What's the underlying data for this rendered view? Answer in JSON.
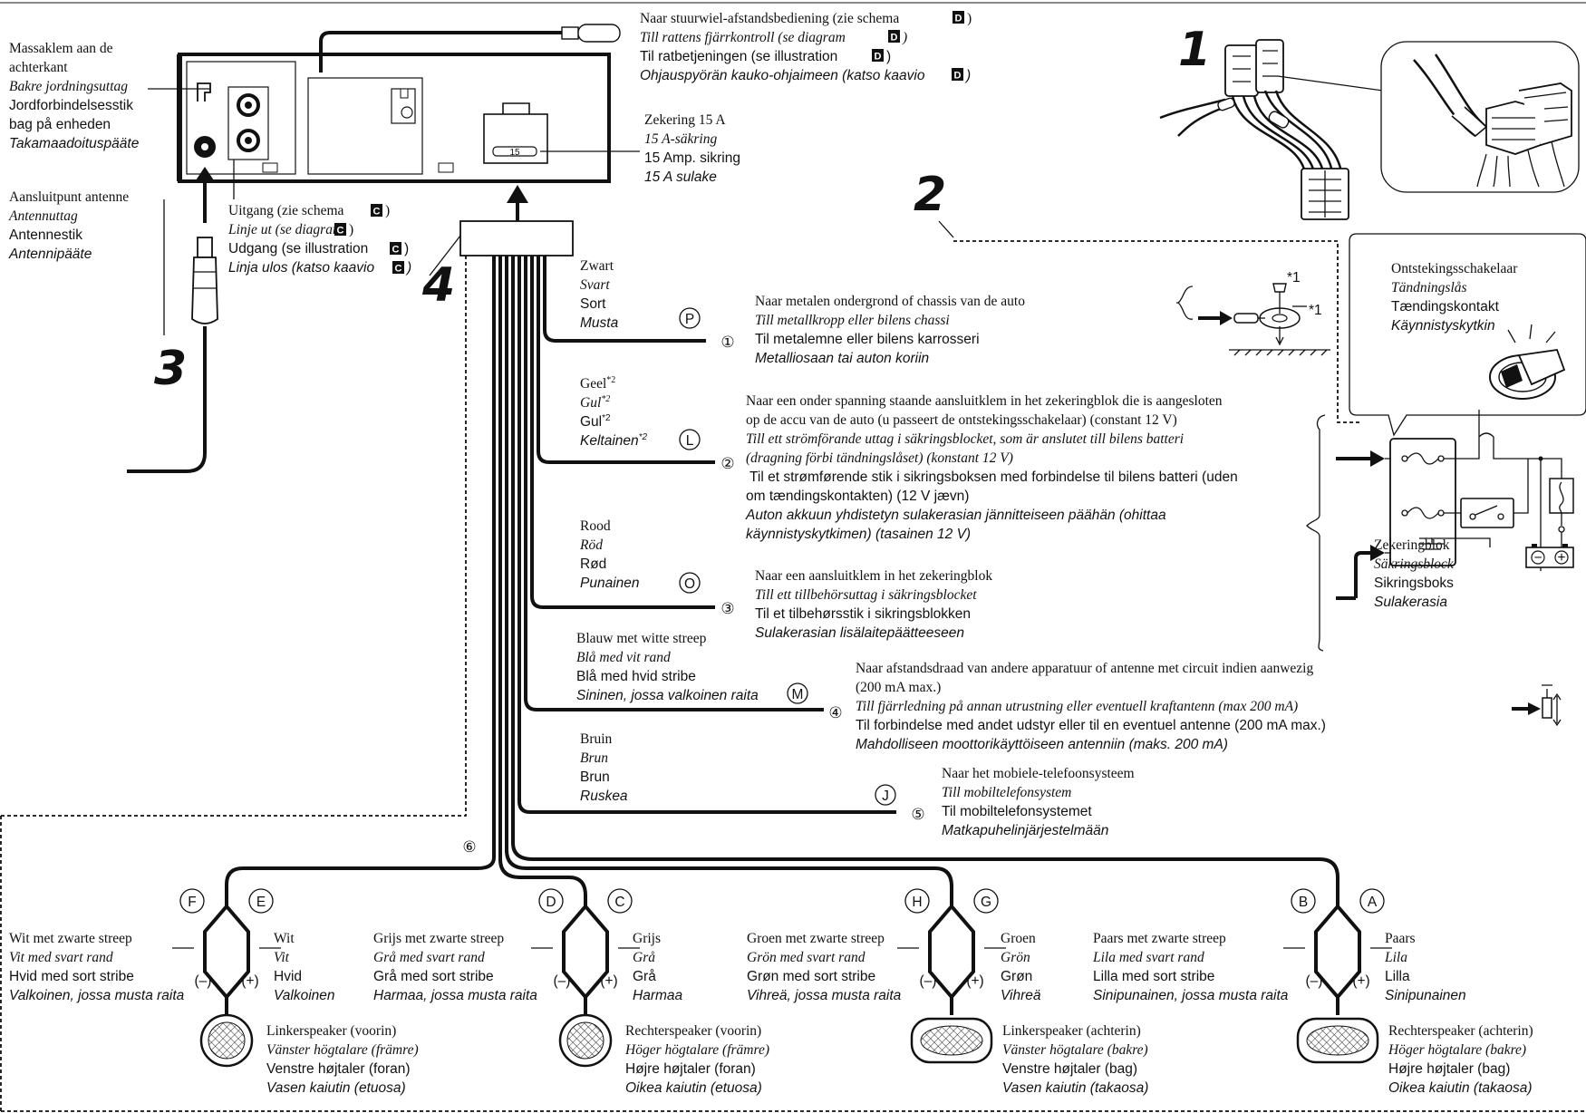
{
  "step_numbers": [
    "1",
    "2",
    "3",
    "4"
  ],
  "unit_labels": {
    "ground": [
      "Massaklem aan de",
      "achterkant",
      "Bakre jordningsuttag",
      "Jordforbindelsesstik",
      "bag på enheden",
      "Takamaadoituspääte"
    ],
    "antenna": [
      "Aansluitpunt antenne",
      "Antennuttag",
      "Antennestik",
      "Antennipääte"
    ],
    "line_out": [
      "Uitgang (zie schema",
      "Linje ut (se diagram",
      "Udgang (se illustration",
      "Linja ulos (katso kaavio"
    ],
    "line_out_letter": "C",
    "steering": [
      "Naar stuurwiel-afstandsbediening (zie schema",
      "Till rattens fjärrkontroll (se diagram",
      "Til ratbetjeningen (se illustration",
      "Ohjauspyörän kauko-ohjaimeen (katso kaavio"
    ],
    "steering_letter": "D",
    "fuse": [
      "Zekering 15 A",
      "15 A-säkring",
      "15 Amp. sikring",
      "15 A sulake"
    ],
    "fuse_value": "15"
  },
  "wires": [
    {
      "num": "①",
      "letter": "P",
      "color": [
        "Zwart",
        "Svart",
        "Sort",
        "Musta"
      ],
      "dest": [
        "Naar metalen ondergrond of chassis van de auto",
        "Till metallkropp eller bilens chassi",
        "Til metalemne eller bilens karrosseri",
        "Metalliosaan tai auton koriin"
      ]
    },
    {
      "num": "②",
      "letter": "L",
      "color": [
        "Geel",
        "Gul",
        "Gul",
        "Keltainen"
      ],
      "footnote": "*2",
      "dest": [
        "Naar een onder spanning staande aansluitklem in het zekeringblok die is aangesloten",
        "op de accu van de auto (u passeert de ontstekingsschakelaar) (constant 12 V)",
        "Till ett strömförande uttag i säkringsblocket, som är anslutet till bilens batteri",
        "(dragning förbi tändningslåset) (konstant 12 V)",
        "Til et strømførende stik i sikringsboksen med forbindelse til bilens batteri (uden",
        "om tændingskontakten) (12 V jævn)",
        "Auton akkuun yhdistetyn sulakerasian jännitteiseen päähän (ohittaa",
        "käynnistyskytkimen) (tasainen 12 V)"
      ]
    },
    {
      "num": "③",
      "letter": "O",
      "color": [
        "Rood",
        "Röd",
        "Rød",
        "Punainen"
      ],
      "dest": [
        "Naar een aansluitklem in het zekeringblok",
        "Till ett tillbehörsuttag i säkringsblocket",
        "Til et tilbehørsstik i sikringsblokken",
        "Sulakerasian lisälaitepäätteeseen"
      ]
    },
    {
      "num": "④",
      "letter": "M",
      "color": [
        "Blauw met witte streep",
        "Blå med vit rand",
        "Blå med hvid stribe",
        "Sininen, jossa valkoinen raita"
      ],
      "dest": [
        "Naar afstandsdraad van andere apparatuur of antenne met circuit indien aanwezig",
        "(200 mA max.)",
        "Till fjärrledning på annan utrustning eller eventuell kraftantenn (max 200 mA)",
        "Til forbindelse med andet udstyr eller til en eventuel antenne (200 mA max.)",
        "Mahdolliseen moottorikäyttöiseen antenniin (maks. 200 mA)"
      ]
    },
    {
      "num": "⑤",
      "letter": "J",
      "color": [
        "Bruin",
        "Brun",
        "Brun",
        "Ruskea"
      ],
      "dest": [
        "Naar het mobiele-telefoonsysteem",
        "Till mobiltelefonsystem",
        "Til mobiltelefonsystemet",
        "Matkapuhelinjärjestelmään"
      ]
    }
  ],
  "harness_number": "⑥",
  "footnotes": [
    "*1",
    "*1"
  ],
  "ignition": [
    "Ontstekingsschakelaar",
    "Tändningslås",
    "Tændingskontakt",
    "Käynnistyskytkin"
  ],
  "fuse_block": [
    "Zekeringblok",
    "Säkringsblock",
    "Sikringsboks",
    "Sulakerasia"
  ],
  "battery_signs": [
    "−",
    "+"
  ],
  "polarity": [
    "(–)",
    "(+)"
  ],
  "speakers": [
    {
      "letters": [
        "F",
        "E"
      ],
      "neg": [
        "Wit met zwarte streep",
        "Vit med svart rand",
        "Hvid med sort stribe",
        "Valkoinen, jossa musta raita"
      ],
      "pos": [
        "Wit",
        "Vit",
        "Hvid",
        "Valkoinen"
      ],
      "name": [
        "Linkerspeaker (voorin)",
        "Vänster högtalare (främre)",
        "Venstre højtaler (foran)",
        "Vasen kaiutin (etuosa)"
      ]
    },
    {
      "letters": [
        "D",
        "C"
      ],
      "neg": [
        "Grijs met zwarte streep",
        "Grå med svart rand",
        "Grå med sort stribe",
        "Harmaa, jossa musta raita"
      ],
      "pos": [
        "Grijs",
        "Grå",
        "Grå",
        "Harmaa"
      ],
      "name": [
        "Rechterspeaker (voorin)",
        "Höger högtalare (främre)",
        "Højre højtaler (foran)",
        "Oikea kaiutin (etuosa)"
      ]
    },
    {
      "letters": [
        "H",
        "G"
      ],
      "neg": [
        "Groen met zwarte streep",
        "Grön med svart rand",
        "Grøn med sort stribe",
        "Vihreä, jossa musta raita"
      ],
      "pos": [
        "Groen",
        "Grön",
        "Grøn",
        "Vihreä"
      ],
      "name": [
        "Linkerspeaker (achterin)",
        "Vänster högtalare (bakre)",
        "Venstre højtaler (bag)",
        "Vasen kaiutin (takaosa)"
      ]
    },
    {
      "letters": [
        "B",
        "A"
      ],
      "neg": [
        "Paars met zwarte streep",
        "Lila med svart rand",
        "Lilla med sort stribe",
        "Sinipunainen, jossa musta raita"
      ],
      "pos": [
        "Paars",
        "Lila",
        "Lilla",
        "Sinipunainen"
      ],
      "name": [
        "Rechterspeaker (achterin)",
        "Höger högtalare (bakre)",
        "Højre højtaler (bag)",
        "Oikea kaiutin (takaosa)"
      ]
    }
  ]
}
